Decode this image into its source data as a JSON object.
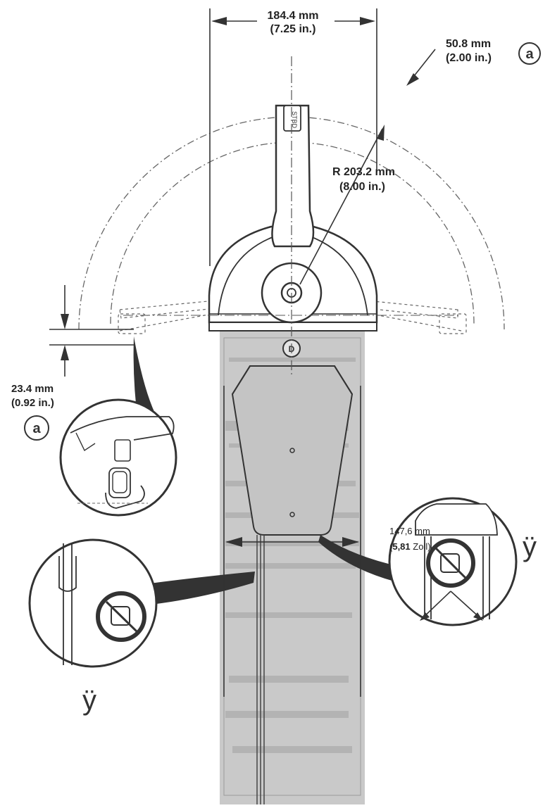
{
  "dimensions": {
    "width_mm": "184.4 mm",
    "width_in": "(7.25 in.)",
    "offset_mm": "50.8 mm",
    "offset_in": "(2.00 in.)",
    "radius_mm": "R 203.2 mm",
    "radius_in": "(8.00 in.)",
    "drop_mm": "23.4 mm",
    "drop_in": "(0.92 in.)",
    "cutout_mm": "147,6  mm",
    "cutout_zoll_value": "5,81",
    "cutout_zoll_unit": " Zoll)",
    "cutout_open_paren": "("
  },
  "callouts": {
    "a_top": "a",
    "a_left": "a",
    "y_left": "ÿ",
    "y_right": "ÿ"
  },
  "control_labels": {
    "handle_badge": "STBD",
    "hub_letter": "D"
  },
  "colors": {
    "template_fill": "#c9c9c9",
    "line": "#333333",
    "dashed": "#666666"
  }
}
